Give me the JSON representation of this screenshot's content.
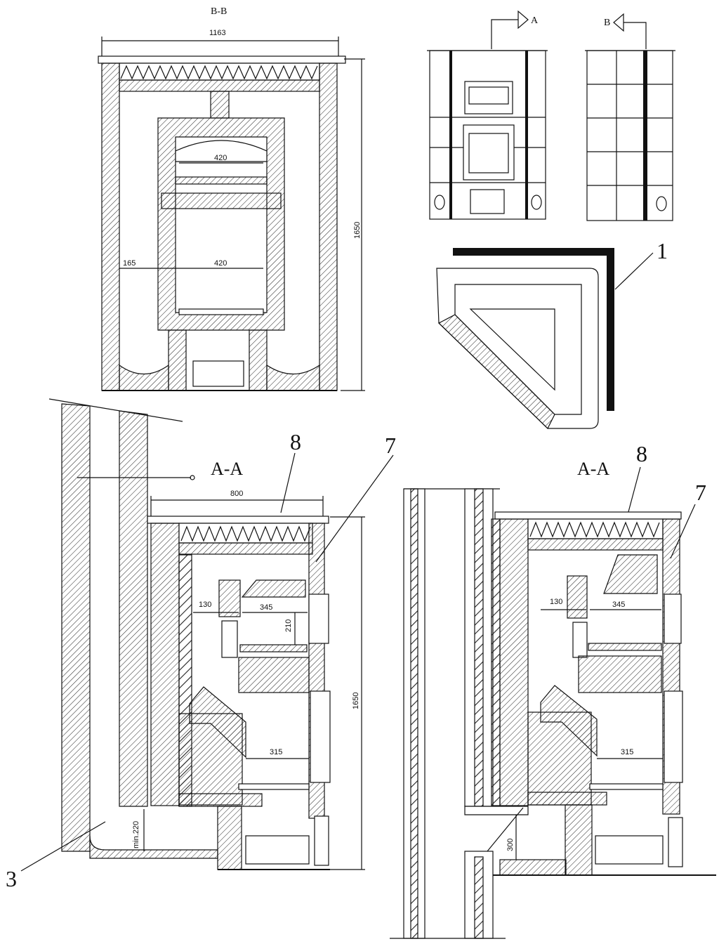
{
  "section_bb": {
    "title": "B-B",
    "dim_width": "1163",
    "dim_height": "1650",
    "dim_chamber_top": "420",
    "dim_chamber_bottom": "420",
    "dim_side": "165"
  },
  "elevation": {
    "marker_a": "A",
    "marker_b": "B"
  },
  "plan": {
    "callout_1": "1"
  },
  "section_aa_left": {
    "title": "A-A",
    "dim_width": "800",
    "dim_height": "1650",
    "dim_130": "130",
    "dim_345": "345",
    "dim_210": "210",
    "dim_315": "315",
    "dim_min220": "min.220",
    "callout_8": "8",
    "callout_7": "7",
    "callout_3": "3"
  },
  "section_aa_right": {
    "title": "A-A",
    "dim_130": "130",
    "dim_345": "345",
    "dim_315": "315",
    "dim_300": "300",
    "callout_8": "8",
    "callout_7": "7"
  }
}
